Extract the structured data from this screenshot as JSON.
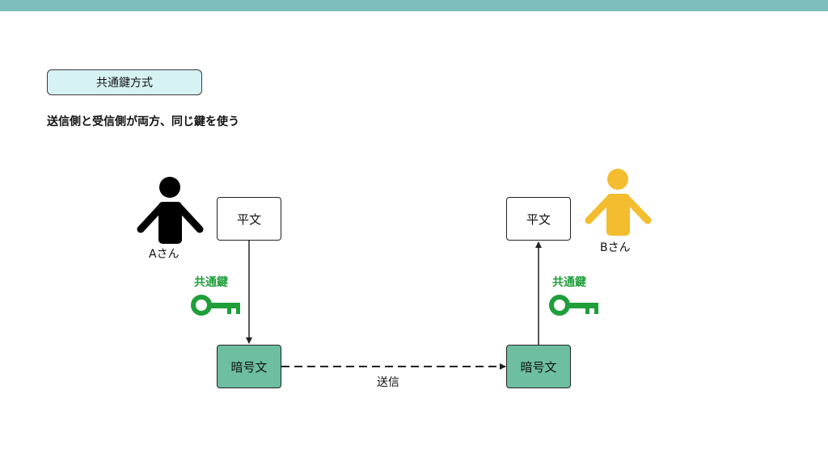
{
  "title": "共通鍵方式",
  "subtitle": "送信側と受信側が両方、同じ鍵を使う",
  "sender": {
    "name": "Aさん",
    "color": "#000000"
  },
  "receiver": {
    "name": "Bさん",
    "color": "#f3bd2f"
  },
  "left": {
    "plaintext": "平文",
    "key_label": "共通鍵",
    "ciphertext": "暗号文"
  },
  "right": {
    "plaintext": "平文",
    "key_label": "共通鍵",
    "ciphertext": "暗号文"
  },
  "transfer_label": "送信",
  "colors": {
    "key": "#1f9e3a",
    "cipher_box": "#6dbf9f",
    "title_box": "#d6f2f3",
    "top_bar": "#7ebfbd"
  }
}
